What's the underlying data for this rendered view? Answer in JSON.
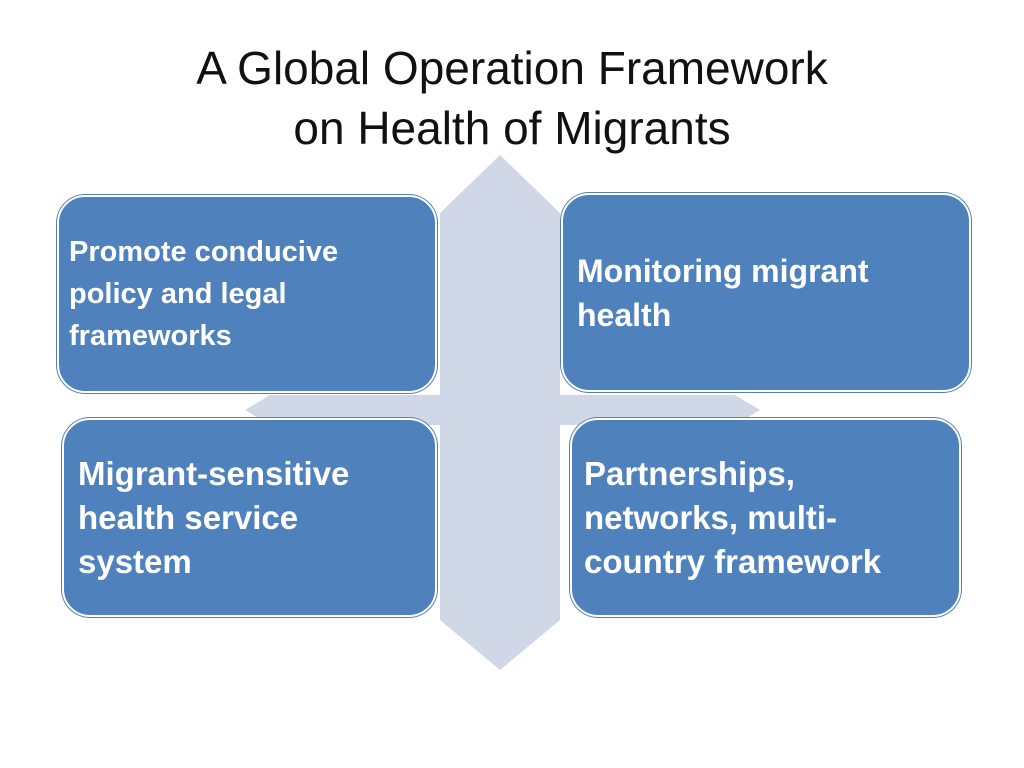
{
  "title": {
    "line1": "A Global Operation Framework",
    "line2": "on Health of Migrants"
  },
  "cards": {
    "top_left": "Promote conducive\npolicy and legal\nframeworks",
    "top_right": "Monitoring  migrant\nhealth",
    "bottom_left": "Migrant-sensitive\nhealth service\nsystem",
    "bottom_right": "Partnerships,\nnetworks, multi-\ncountry framework"
  },
  "colors": {
    "card_fill": "#4f81bd",
    "arrow_fill": "#d0d8e8",
    "text_light": "#ffffff",
    "title_text": "#111111"
  }
}
